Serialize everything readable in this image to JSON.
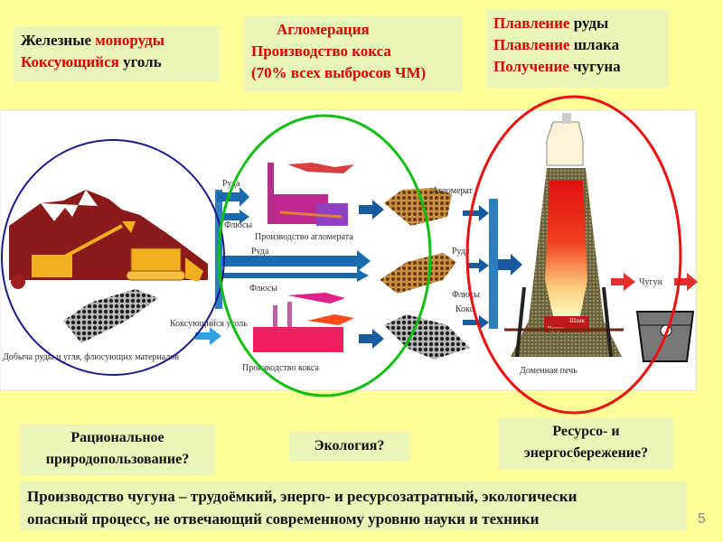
{
  "top_boxes": {
    "raw": {
      "line1_a": "Железные",
      "line1_b": "монорудЫ",
      "line2_a": "Коксующийся",
      "line2_b": "уголь"
    },
    "agglo": {
      "line1": "Агломерация",
      "line2": "Производство кокса",
      "line3": "(70% всех выбросов ЧМ)"
    },
    "smelt": {
      "l1a": "Плавление",
      "l1b": "руды",
      "l2a": "Плавление",
      "l2b": "шлака",
      "l3a": "Получение",
      "l3b": "чугуна"
    }
  },
  "diagram": {
    "ruda": "Руда",
    "flyusy": "Флюсы",
    "agglo_production": "Производство агломерата",
    "ruda2": "Руда",
    "flyusy2": "Флюсы",
    "coking_coal": "Коксующийся уголь",
    "mining": "Добыча руды и угля, флюсующих материалов",
    "coke_production": "Производство кокса",
    "aglomerat": "Агломерат",
    "ruda3": "Руда",
    "flyusy3": "Флюсы",
    "koks": "Кокс",
    "chugun_out": "Чугун",
    "shlak": "Шлак",
    "chugun_in": "Чугун",
    "furnace": "Доменная печь"
  },
  "bottom_boxes": {
    "q1": {
      "line1": "Рациональное",
      "line2": "природопользование?"
    },
    "q2": "Экология?",
    "q3": {
      "line1": "Ресурсо- и",
      "line2": "энергосбережение?"
    },
    "conclusion": {
      "line1": "Производство чугуна – трудоёмкий, энерго- и ресурсозатратный, экологически",
      "line2": "опасный процесс, не отвечающий современному уровню науки и техники"
    }
  },
  "page_number": "5",
  "colors": {
    "background": "#ffff99",
    "box": "#eaf5b8",
    "accent_red": "#e00000",
    "circle_blue": "#1a1a8c",
    "circle_green": "#10c010",
    "circle_red": "#ee1010"
  }
}
